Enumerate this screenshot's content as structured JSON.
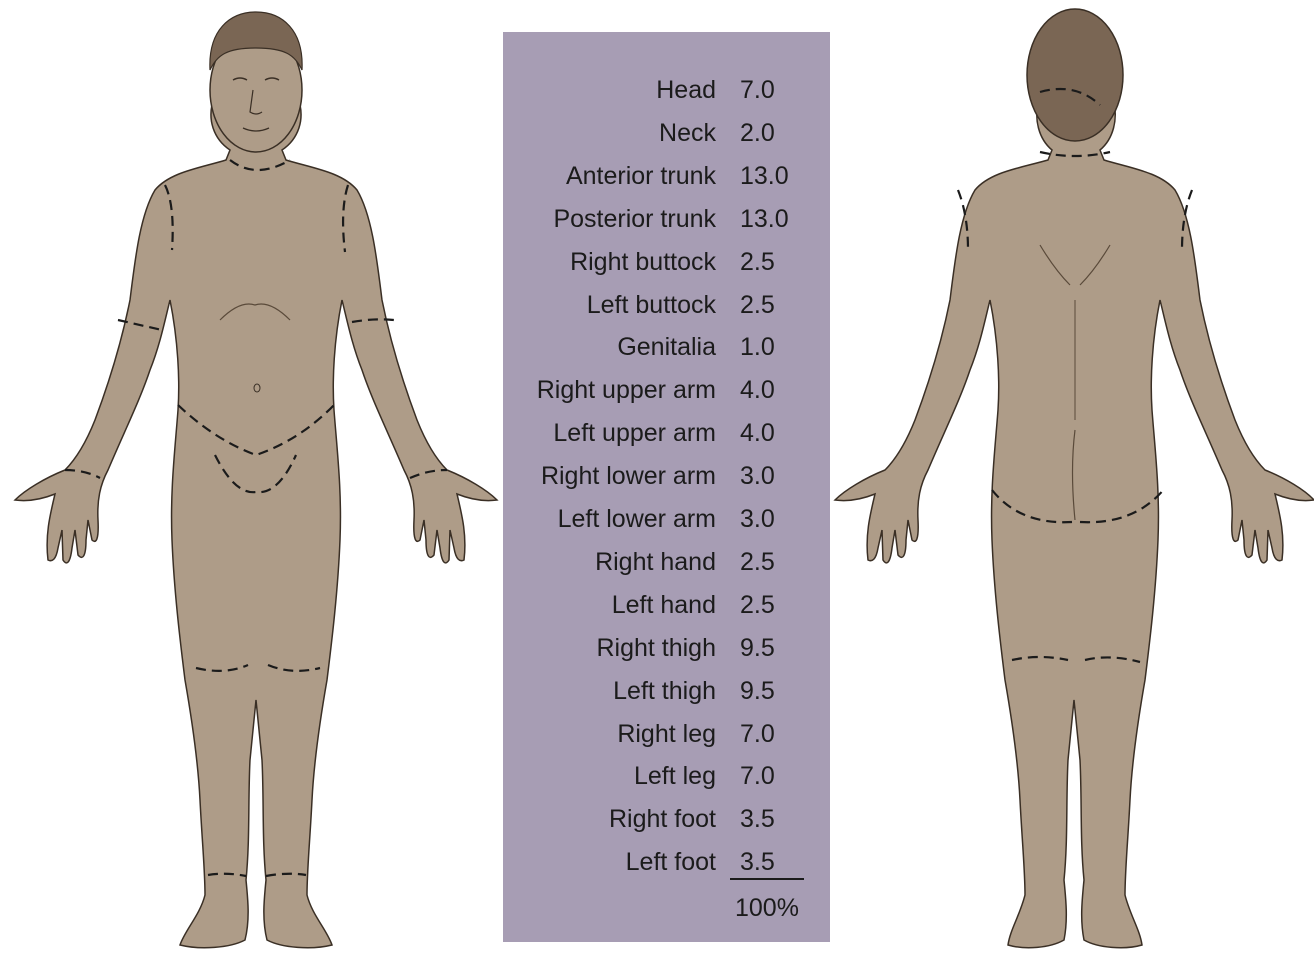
{
  "colors": {
    "skin": "#ae9c88",
    "skin_outline": "#3a2f25",
    "hair": "#7a6654",
    "panel": "#a79db4",
    "text": "#1b1b1b"
  },
  "table": {
    "rows": [
      {
        "label": "Head",
        "value": "7.0"
      },
      {
        "label": "Neck",
        "value": "2.0"
      },
      {
        "label": "Anterior trunk",
        "value": "13.0"
      },
      {
        "label": "Posterior trunk",
        "value": "13.0"
      },
      {
        "label": "Right buttock",
        "value": "2.5"
      },
      {
        "label": "Left buttock",
        "value": "2.5"
      },
      {
        "label": "Genitalia",
        "value": "1.0"
      },
      {
        "label": "Right upper arm",
        "value": "4.0"
      },
      {
        "label": "Left upper arm",
        "value": "4.0"
      },
      {
        "label": "Right lower arm",
        "value": "3.0"
      },
      {
        "label": "Left lower arm",
        "value": "3.0"
      },
      {
        "label": "Right hand",
        "value": "2.5"
      },
      {
        "label": "Left hand",
        "value": "2.5"
      },
      {
        "label": "Right thigh",
        "value": "9.5"
      },
      {
        "label": "Left thigh",
        "value": "9.5"
      },
      {
        "label": "Right leg",
        "value": "7.0"
      },
      {
        "label": "Left leg",
        "value": "7.0"
      },
      {
        "label": "Right foot",
        "value": "3.5"
      },
      {
        "label": "Left foot",
        "value": "3.5"
      }
    ],
    "total": "100%"
  }
}
